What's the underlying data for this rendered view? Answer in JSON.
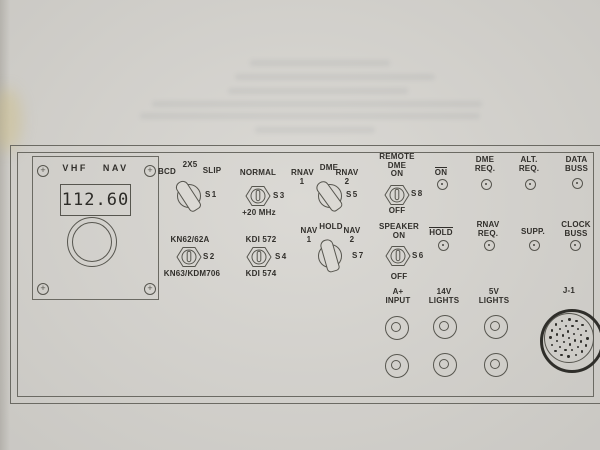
{
  "panel": {
    "radio": {
      "title": "VHF   NAV",
      "frequency": "112.60"
    },
    "switches": {
      "s1": {
        "pos_left": "BCD",
        "pos_top": "2X5",
        "pos_right": "SLIP",
        "label": "S1"
      },
      "s3": {
        "top": "NORMAL",
        "label": "S3",
        "bottom": "+20 MHz"
      },
      "s5": {
        "pos_left": "RNAV\n1",
        "pos_top": "DME",
        "pos_right": "RNAV\n2",
        "label": "S5"
      },
      "s8": {
        "top": "REMOTE\nDME\nON",
        "label": "S8",
        "bottom": "OFF"
      },
      "s2": {
        "top": "KN62/62A",
        "label": "S2",
        "bottom": "KN63/KDM706"
      },
      "s4": {
        "top": "KDI 572",
        "label": "S4",
        "bottom": "KDI 574"
      },
      "s7": {
        "pos_left": "NAV\n1",
        "pos_top": "HOLD",
        "pos_right": "NAV\n2",
        "label": "S7"
      },
      "s6": {
        "top": "SPEAKER\nON",
        "label": "S6",
        "bottom": "OFF"
      }
    },
    "test_points": {
      "on": "ON",
      "dme_req": "DME\nREQ.",
      "alt_req": "ALT.\nREQ.",
      "data_buss": "DATA\nBUSS",
      "hold": "HOLD",
      "rnav_req": "RNAV\nREQ.",
      "supp": "SUPP.",
      "clock_buss": "CLOCK\nBUSS"
    },
    "jacks": {
      "a_plus": "A+\nINPUT",
      "v14": "14V\nLIGHTS",
      "v5": "5V\nLIGHTS"
    },
    "connector": {
      "label": "J-1"
    }
  }
}
